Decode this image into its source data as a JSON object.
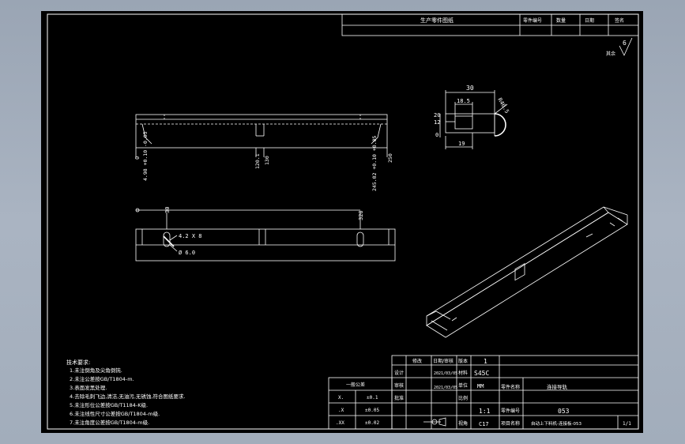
{
  "title_strip": {
    "doc_name": "生产零件图纸",
    "c1": "零件编号",
    "c2": "数量",
    "c3": "日期",
    "c4": "签名"
  },
  "roughness": {
    "value": "6",
    "label": "其余"
  },
  "section_view": {
    "dim_30": "30",
    "dim_18_5": "18.5",
    "dim_r": "R46.5",
    "dim_20": "20",
    "dim_12": "12",
    "dim_0": "0",
    "dim_19": "19"
  },
  "front_view": {
    "d_0": "0",
    "d_498": "4.98 +0.10 -0.05",
    "d_120": "120.1",
    "d_130": "130",
    "d_24502": "245.02 +0.10 +0.05",
    "d_250": "250"
  },
  "top_view": {
    "d_30": "30",
    "d_320": "320",
    "slot_1": "4.2 X 8",
    "slot_2": "Ø 6.0"
  },
  "tech_notes": {
    "title": "技术要求:",
    "lines": [
      "1.未注倒角及尖角倒钝.",
      "2.未注公差按GB/T1804-m.",
      "3.表面发黑处理.",
      "4.去除毛刺飞边,清洁,无油污,无锈蚀,符合图纸要求.",
      "5.未注形位公差按GB/T1184-K级.",
      "6.未注线性尺寸公差按GB/T1804-m级.",
      "7.未注角度公差按GB/T1804-m级."
    ]
  },
  "tolerance_table": {
    "header": "一般公差",
    "rows": [
      {
        "a": "X.",
        "b": "±0.1"
      },
      {
        "a": ".X",
        "b": "±0.05"
      },
      {
        "a": ".XX",
        "b": "±0.02"
      }
    ]
  },
  "title_block": {
    "hdr_1": "修改",
    "hdr_2": "日期/审核",
    "hdr_3": "版本",
    "rev_value": "1",
    "row_design": "设计",
    "row_check": "审核",
    "row_approve": "批准",
    "date_1": "2021/03/05",
    "date_2": "2021/03/05",
    "lbl_material": "材料",
    "material": "S45C",
    "lbl_unit": "单位",
    "unit": "MM",
    "lbl_scale": "比例",
    "scale": "1:1",
    "lbl_view": "视角",
    "view": "C17",
    "lbl_part_name": "零件名称",
    "part_name": "连接导轨",
    "lbl_part_no": "零件编号",
    "part_no": "053",
    "lbl_project": "项目名称",
    "project": "自动上下料机-连接板-053",
    "sheet": "1/1"
  }
}
